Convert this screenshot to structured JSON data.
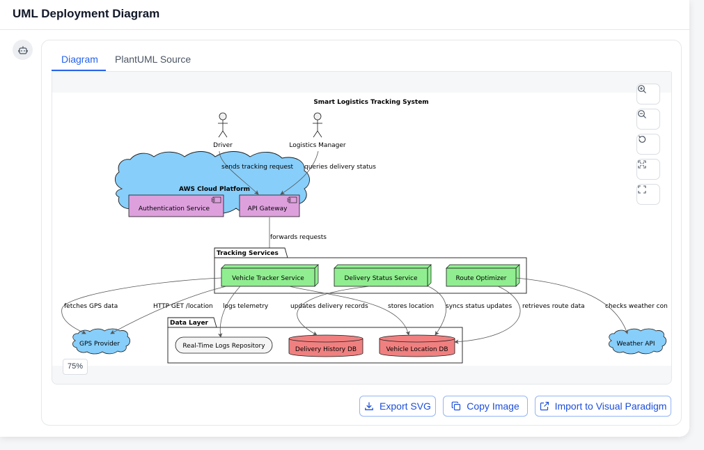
{
  "header": {
    "title": "UML Deployment Diagram"
  },
  "tabs": [
    {
      "label": "Diagram",
      "active": true
    },
    {
      "label": "PlantUML Source",
      "active": false
    }
  ],
  "diagram": {
    "title": "Smart Logistics Tracking System",
    "actors": {
      "driver": "Driver",
      "manager": "Logistics Manager"
    },
    "cloud": {
      "name": "AWS Cloud Platform",
      "auth": "Authentication Service",
      "gateway": "API Gateway"
    },
    "tracking": {
      "name": "Tracking Services",
      "vehicle": "Vehicle Tracker Service",
      "delivery": "Delivery Status Service",
      "route": "Route Optimizer"
    },
    "data_layer": {
      "name": "Data Layer",
      "logs": "Real-Time Logs Repository",
      "delivery_db": "Delivery History DB",
      "location_db": "Vehicle Location DB"
    },
    "external": {
      "gps": "GPS Provider",
      "weather": "Weather API"
    },
    "edges": {
      "sends": "sends tracking request",
      "queries": "queries delivery status",
      "forwards": "forwards requests",
      "fetches": "fetches GPS data",
      "http": "HTTP GET /location",
      "logs": "logs telemetry",
      "updates": "updates delivery records",
      "stores": "stores location",
      "syncs": "syncs status updates",
      "retrieves": "retrieves route data",
      "weather": "checks weather con"
    },
    "colors": {
      "cloud": "#87cefa",
      "component": "#dda0dd",
      "node": "#90ee90",
      "database": "#f08080",
      "storage": "#f5f5f5"
    }
  },
  "zoom_level": "75%",
  "controls": [
    "zoom-in-icon",
    "zoom-out-icon",
    "reset-icon",
    "fit-icon",
    "fullscreen-icon"
  ],
  "actions": {
    "export_svg": "Export SVG",
    "copy_image": "Copy Image",
    "import_vp": "Import to Visual Paradigm"
  },
  "accent_color": "#2563eb"
}
